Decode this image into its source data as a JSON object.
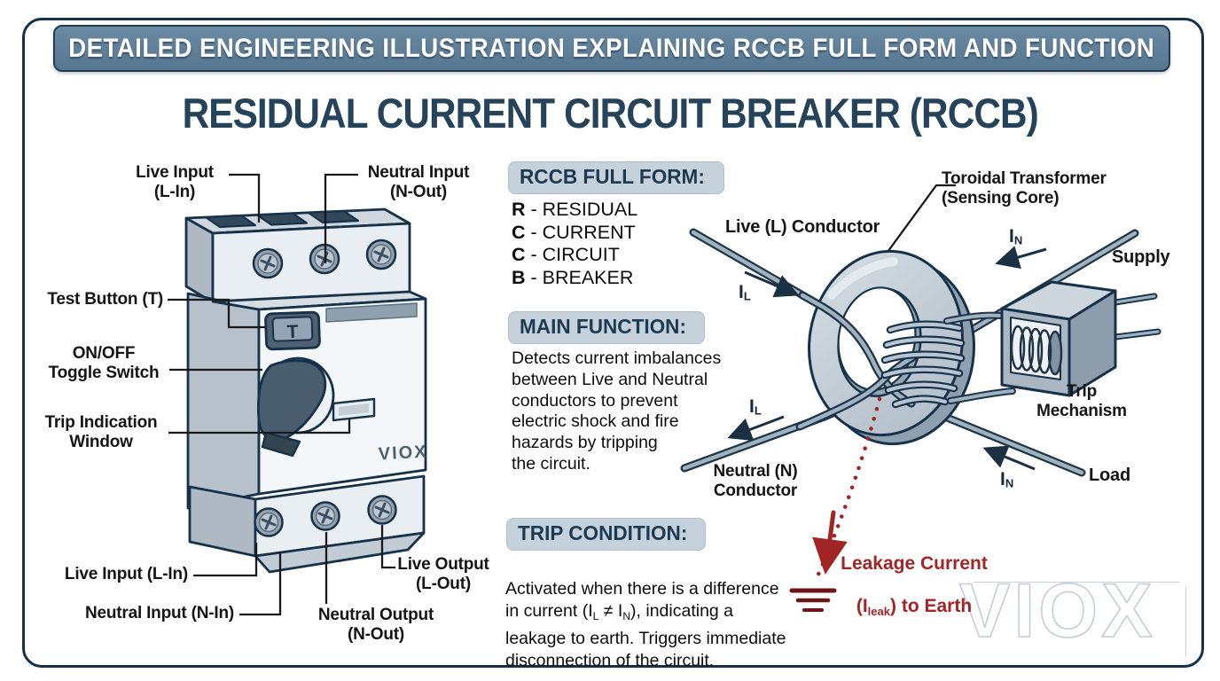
{
  "banner": "DETAILED ENGINEERING ILLUSTRATION EXPLAINING RCCB FULL FORM AND FUNCTION",
  "title": "RESIDUAL CURRENT CIRCUIT BREAKER (RCCB)",
  "colors": {
    "accent_navy": "#16324a",
    "banner_bg": "#5d7d97",
    "pill_bg": "#c6d2db",
    "heading_text": "#1c3a52",
    "leakage_red": "#a32424",
    "earth_red": "#6d1414",
    "steel_light": "#cdd6dd",
    "steel_mid": "#aab7c3"
  },
  "device": {
    "brand": "VIOX",
    "test_button": "T",
    "labels": {
      "live_input_top": "Live Input\n(L-In)",
      "neutral_input_top": "Neutral Input\n(N-Out)",
      "test_button": "Test Button (T)",
      "toggle_switch": "ON/OFF\nToggle Switch",
      "trip_window": "Trip Indication\nWindow",
      "live_input_bottom": "Live Input (L-In)",
      "neutral_input_bottom": "Neutral Input (N-In)",
      "live_output": "Live Output\n(L-Out)",
      "neutral_output": "Neutral Output\n(N-Out)"
    }
  },
  "full_form": {
    "heading": "RCCB FULL FORM:",
    "items": [
      {
        "letter": "R",
        "rest": " - RESIDUAL"
      },
      {
        "letter": "C",
        "rest": " - CURRENT"
      },
      {
        "letter": "C",
        "rest": " - CIRCUIT"
      },
      {
        "letter": "B",
        "rest": " - BREAKER"
      }
    ]
  },
  "main_function": {
    "heading": "MAIN FUNCTION:",
    "body": "Detects current imbalances\nbetween Live and Neutral\nconductors to prevent\nelectric shock and fire\nhazards by tripping\nthe circuit."
  },
  "trip_condition": {
    "heading": "TRIP CONDITION:",
    "p1": "Activated when there is a difference\nin current (I",
    "sub1": "L",
    "p2": " ≠ I",
    "sub2": "N",
    "p3": "), indicating a\nleakage to earth. Triggers immediate\ndisconnection of the circuit."
  },
  "diagram": {
    "toroid_label": "Toroidal Transformer\n(Sensing Core)",
    "live_conductor": "Live (L) Conductor",
    "neutral_conductor": "Neutral (N)\nConductor",
    "supply": "Supply",
    "load": "Load",
    "trip_mechanism": "Trip\nMechanism",
    "currents": {
      "i": "I",
      "l": "L",
      "n": "N"
    },
    "leakage": {
      "line1": "Leakage Current",
      "pre": "(I",
      "sub": "leak",
      "post": ") to Earth"
    }
  },
  "watermark": "VIOX"
}
